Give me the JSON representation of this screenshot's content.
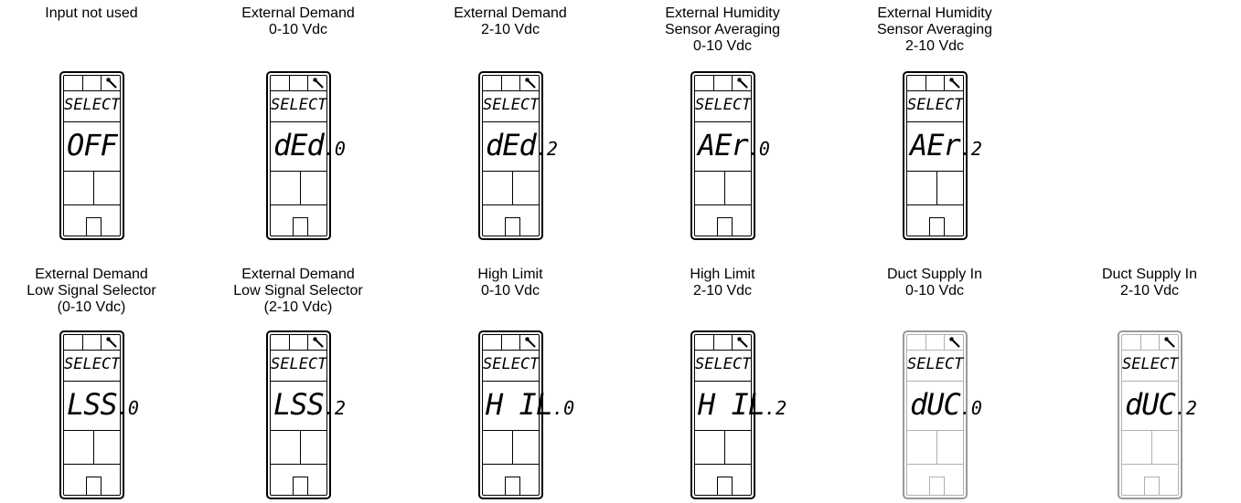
{
  "select_label": "SELECT",
  "wrench_glyph": "🔧",
  "panels": [
    {
      "caption": [
        "Input not used"
      ],
      "code": "OFF",
      "suffix": "",
      "faded": false
    },
    {
      "caption": [
        "External Demand",
        "0-10 Vdc"
      ],
      "code": "dEd",
      "suffix": ".0",
      "faded": false
    },
    {
      "caption": [
        "External Demand",
        "2-10 Vdc"
      ],
      "code": "dEd",
      "suffix": ".2",
      "faded": false
    },
    {
      "caption": [
        "External Humidity",
        "Sensor Averaging",
        "0-10 Vdc"
      ],
      "code": "AEr",
      "suffix": ".0",
      "faded": false
    },
    {
      "caption": [
        "External Humidity",
        "Sensor Averaging",
        "2-10 Vdc"
      ],
      "code": "AEr",
      "suffix": ".2",
      "faded": false
    },
    {
      "caption": [
        "External Demand",
        "Low Signal Selector",
        "(0-10 Vdc)"
      ],
      "code": "LSS",
      "suffix": ".0",
      "faded": false
    },
    {
      "caption": [
        "External Demand",
        "Low Signal Selector",
        "(2-10 Vdc)"
      ],
      "code": "LSS",
      "suffix": ".2",
      "faded": false
    },
    {
      "caption": [
        "High Limit",
        "0-10 Vdc"
      ],
      "code": "H IL",
      "suffix": ".0",
      "faded": false
    },
    {
      "caption": [
        "High Limit",
        "2-10 Vdc"
      ],
      "code": "H IL",
      "suffix": ".2",
      "faded": false
    },
    {
      "caption": [
        "Duct Supply In",
        "0-10 Vdc"
      ],
      "code": "dUC",
      "suffix": ".0",
      "faded": true
    },
    {
      "caption": [
        "Duct Supply In",
        "2-10 Vdc"
      ],
      "code": "dUC",
      "suffix": ".2",
      "faded": true
    }
  ]
}
